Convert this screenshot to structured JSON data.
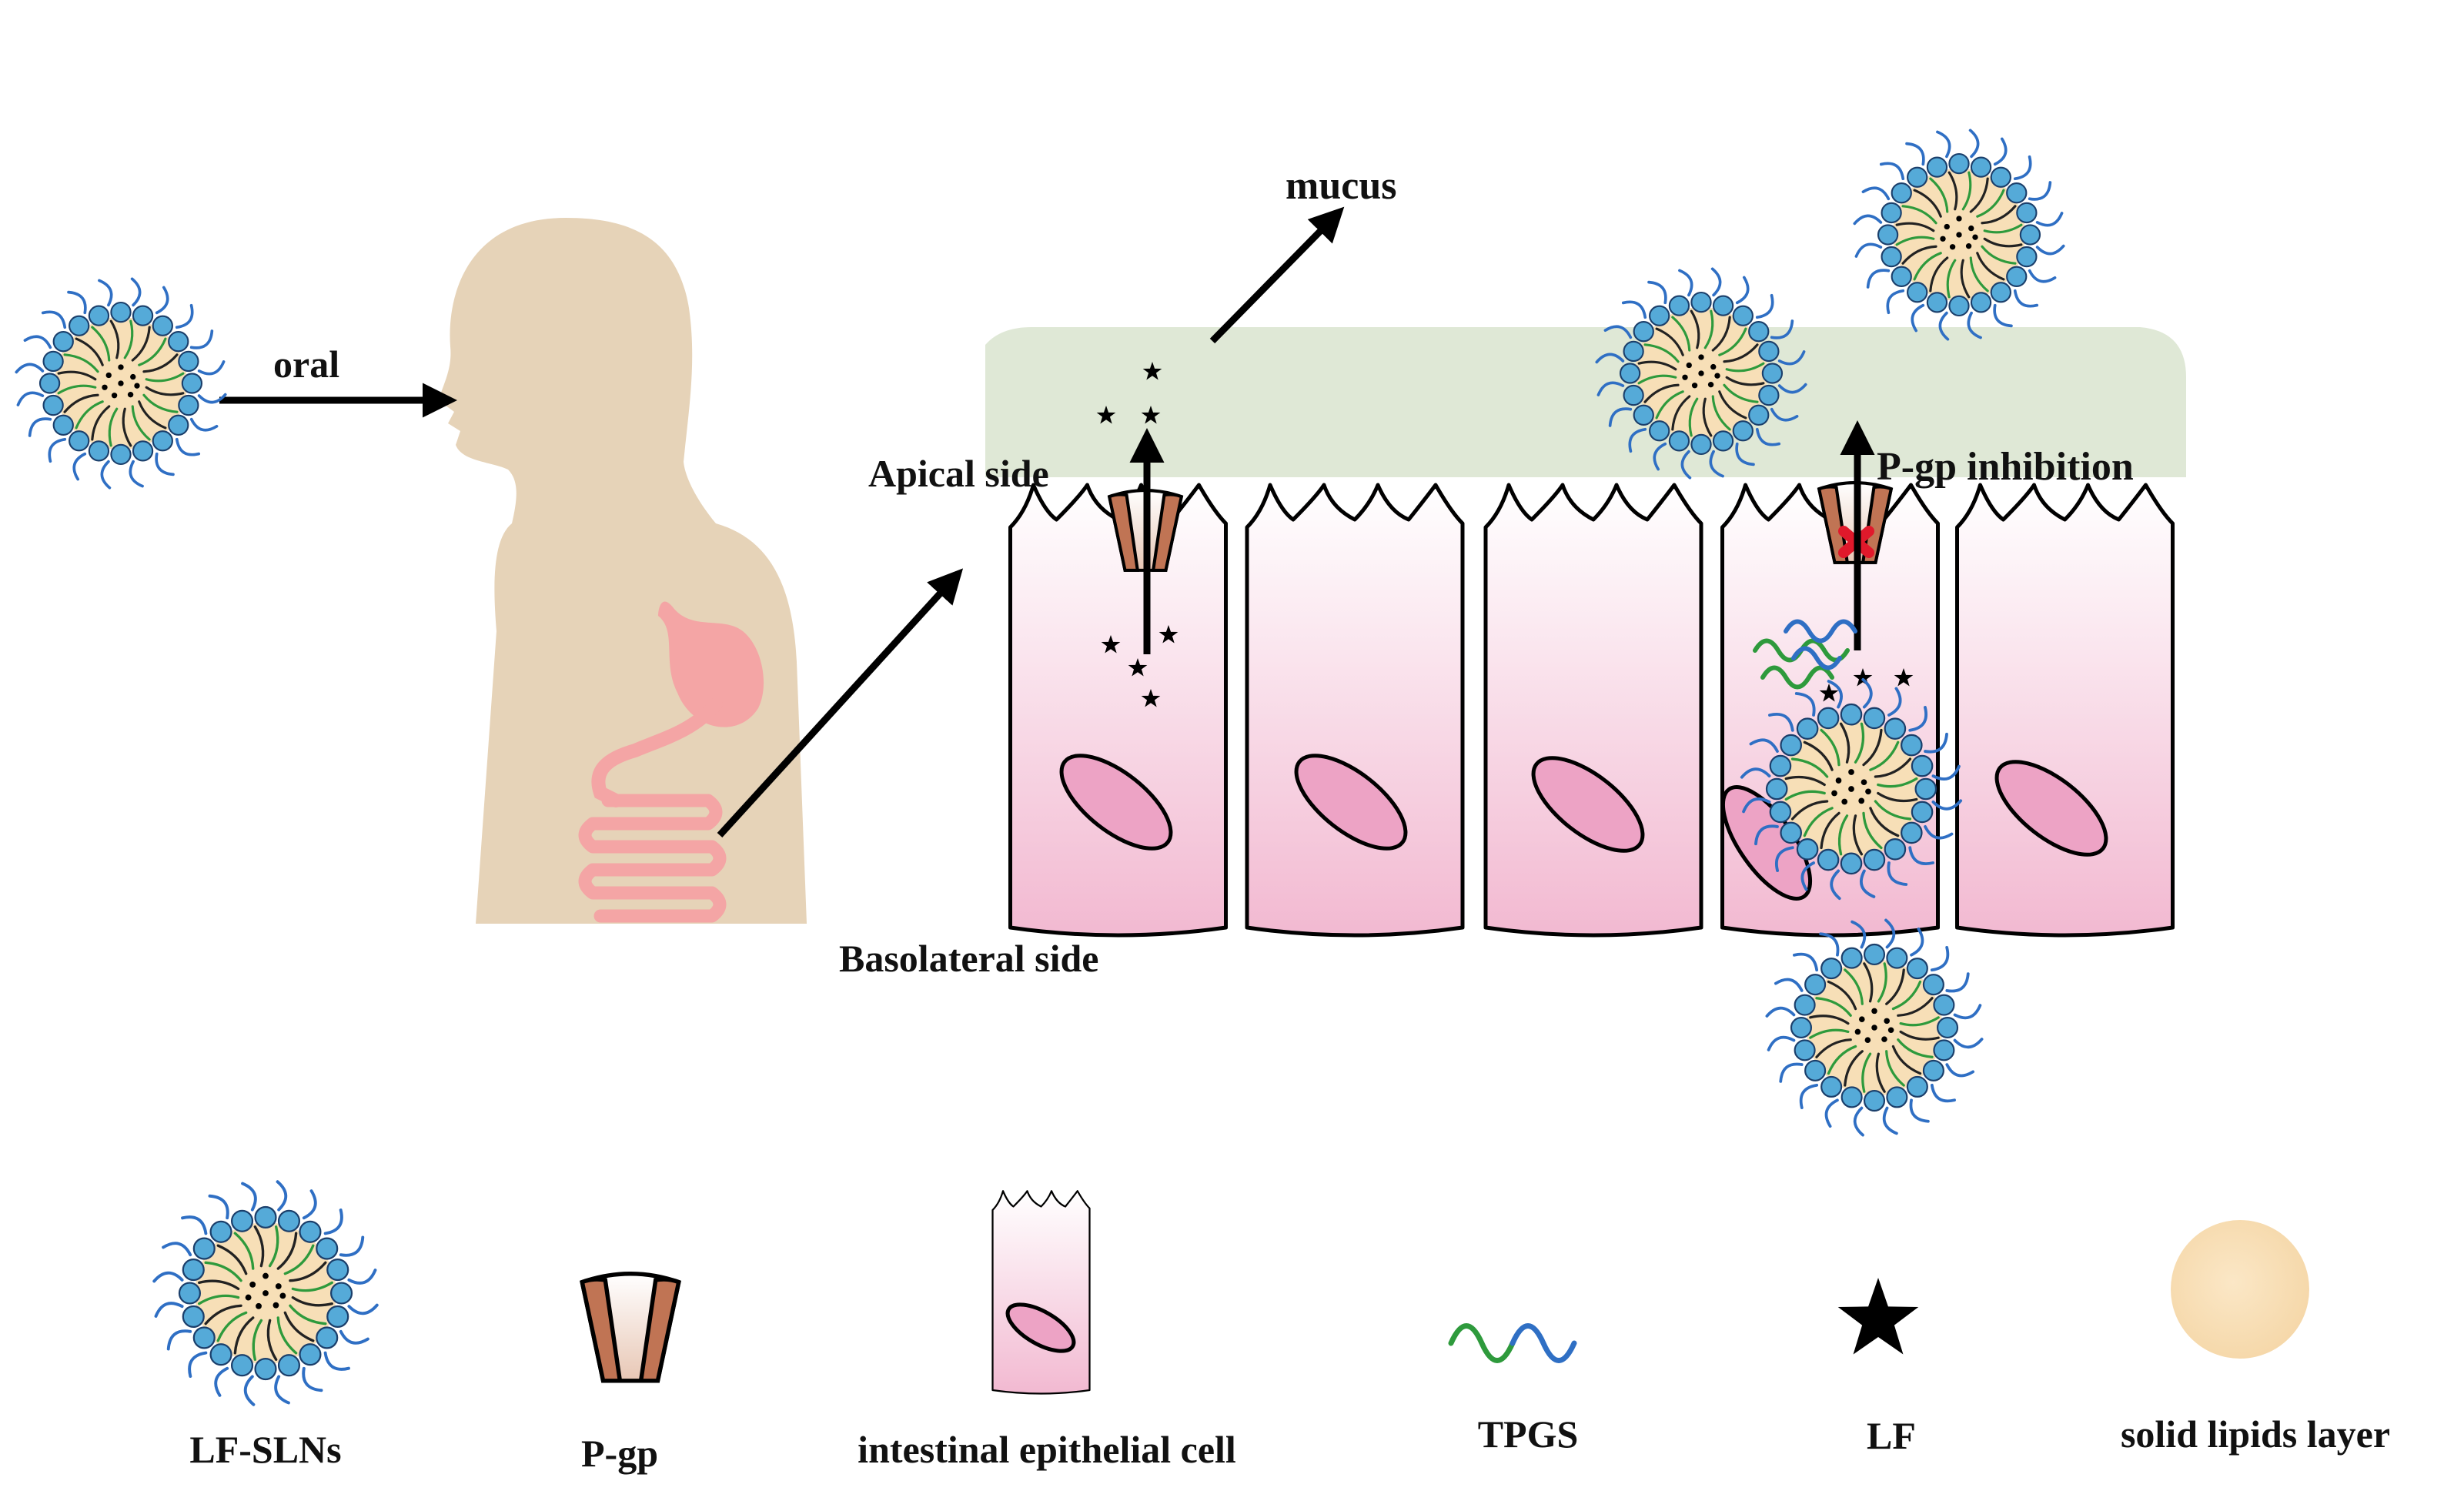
{
  "colors": {
    "background": "#ffffff",
    "mucus": "#dfe8d6",
    "body": "#e6d3b8",
    "gut": "#f4a5a5",
    "cell_fill_top": "#ffffff",
    "cell_fill_bottom": "#f2b9d1",
    "nucleus": "#eda3c5",
    "pgp": "#c07454",
    "tpgs_green": "#2e9a3c",
    "tpgs_blue": "#2f6fc4",
    "lipid": "#f7dfb7",
    "shell_blue": "#55aad8",
    "inhibit_red": "#e0192b"
  },
  "icons": [
    "nanoparticle-icon",
    "pgp-transporter-icon",
    "epithelial-cell-icon",
    "tpgs-icon",
    "star-icon",
    "lipid-layer-icon",
    "human-body-icon",
    "stomach-icon"
  ],
  "labels": {
    "oral": "oral",
    "mucus": "mucus",
    "apical": "Apical side",
    "basolateral": "Basolateral side",
    "pgp_inhibition": "P-gp inhibition"
  },
  "legend": [
    {
      "icon": "nanoparticle-icon",
      "label": "LF-SLNs"
    },
    {
      "icon": "pgp-transporter-icon",
      "label": "P-gp"
    },
    {
      "icon": "epithelial-cell-icon",
      "label": "intestinal epithelial cell"
    },
    {
      "icon": "tpgs-icon",
      "label": "TPGS"
    },
    {
      "icon": "star-icon",
      "label": "LF"
    },
    {
      "icon": "lipid-layer-icon",
      "label": "solid lipids layer"
    }
  ]
}
